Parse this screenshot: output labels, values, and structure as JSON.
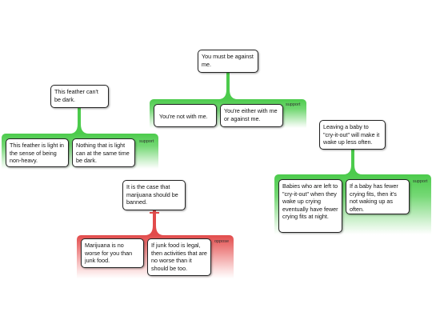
{
  "colors": {
    "support": "#4ccb4c",
    "oppose": "#e24b4b"
  },
  "maps": [
    {
      "claim": "You must be against me.",
      "group": {
        "type": "support",
        "label": "support",
        "reasons": [
          "You're not with me.",
          "You're either with me or against me."
        ]
      }
    },
    {
      "claim": "This feather can't be dark.",
      "group": {
        "type": "support",
        "label": "support",
        "reasons": [
          "This feather is light in the sense of being non-heavy.",
          "Nothing that is light can at the same time be dark."
        ]
      }
    },
    {
      "claim": "Leaving a baby to \"cry-it-out\" will make it wake up less often.",
      "group": {
        "type": "support",
        "label": "support",
        "reasons": [
          "Babies who are left to \"cry-it-out\" when they wake up crying eventually have fewer crying fits at night.",
          "If a baby has fewer crying fits, then it's not waking up as often."
        ]
      }
    },
    {
      "claim": "It is the case that marijuana should be banned.",
      "group": {
        "type": "oppose",
        "label": "oppose",
        "reasons": [
          "Marijuana is no worse for you than junk food.",
          "If junk food is legal, then activities that are no worse than it should be too."
        ]
      }
    }
  ]
}
